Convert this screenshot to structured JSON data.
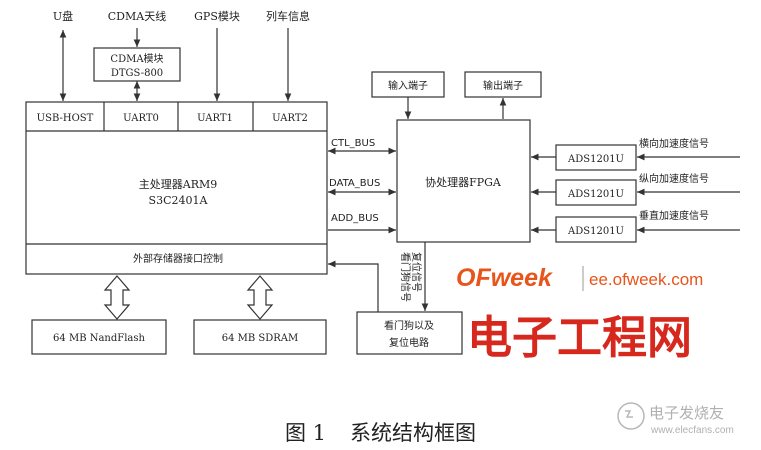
{
  "top_labels": {
    "u_disk": "U盘",
    "cdma_antenna": "CDMA天线",
    "gps_module": "GPS模块",
    "train_info": "列车信息"
  },
  "cdma_module": {
    "line1": "CDMA模块",
    "line2": "DTGS-800"
  },
  "arm_ports": [
    "USB-HOST",
    "UART0",
    "UART1",
    "UART2"
  ],
  "arm": {
    "line1": "主处理器ARM9",
    "line2": "S3C2401A",
    "ext_mem": "外部存储器接口控制"
  },
  "buses": [
    "CTL_BUS",
    "DATA_BUS",
    "ADD_BUS"
  ],
  "fpga": {
    "label": "协处理器FPGA",
    "input_port": "输入端子",
    "output_port": "输出端子"
  },
  "adc": [
    {
      "label": "ADS1201U",
      "signal": "横向加速度信号"
    },
    {
      "label": "ADS1201U",
      "signal": "纵向加速度信号"
    },
    {
      "label": "ADS1201U",
      "signal": "垂直加速度信号"
    }
  ],
  "memory": {
    "nand": "64 MB NandFlash",
    "sdram": "64 MB SDRAM"
  },
  "watchdog": {
    "line1": "看门狗以及",
    "line2": "复位电路",
    "vertical1": "看门狗信号",
    "vertical2": "复位信号"
  },
  "watermark": {
    "brand": "OFweek",
    "site": "ee.ofweek.com",
    "big": "电子工程网",
    "corner_cn": "电子发烧友",
    "corner_en": "www.elecfans.com"
  },
  "caption": {
    "fig": "图 1",
    "title": "系统结构框图"
  },
  "colors": {
    "brand_orange": "#e8541a",
    "brand_red": "#d7281e",
    "line": "#333333"
  }
}
